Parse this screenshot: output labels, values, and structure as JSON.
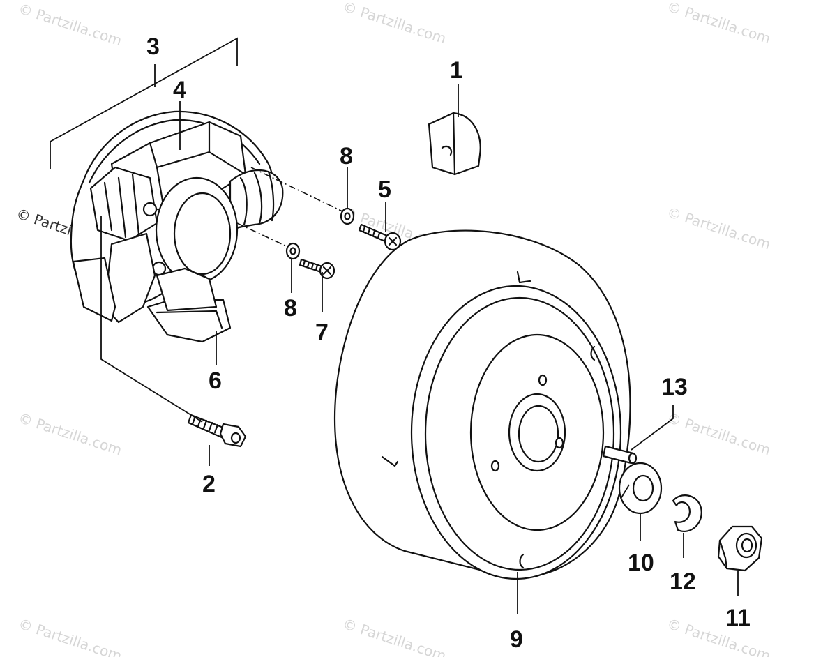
{
  "callouts": {
    "c1": "1",
    "c2": "2",
    "c3": "3",
    "c4": "4",
    "c5": "5",
    "c6": "6",
    "c7": "7",
    "c8a": "8",
    "c8b": "8",
    "c9": "9",
    "c10": "10",
    "c11": "11",
    "c12": "12",
    "c13": "13"
  },
  "watermark": "© Partzilla.com",
  "watermark_dark": "© Partzilla.com"
}
